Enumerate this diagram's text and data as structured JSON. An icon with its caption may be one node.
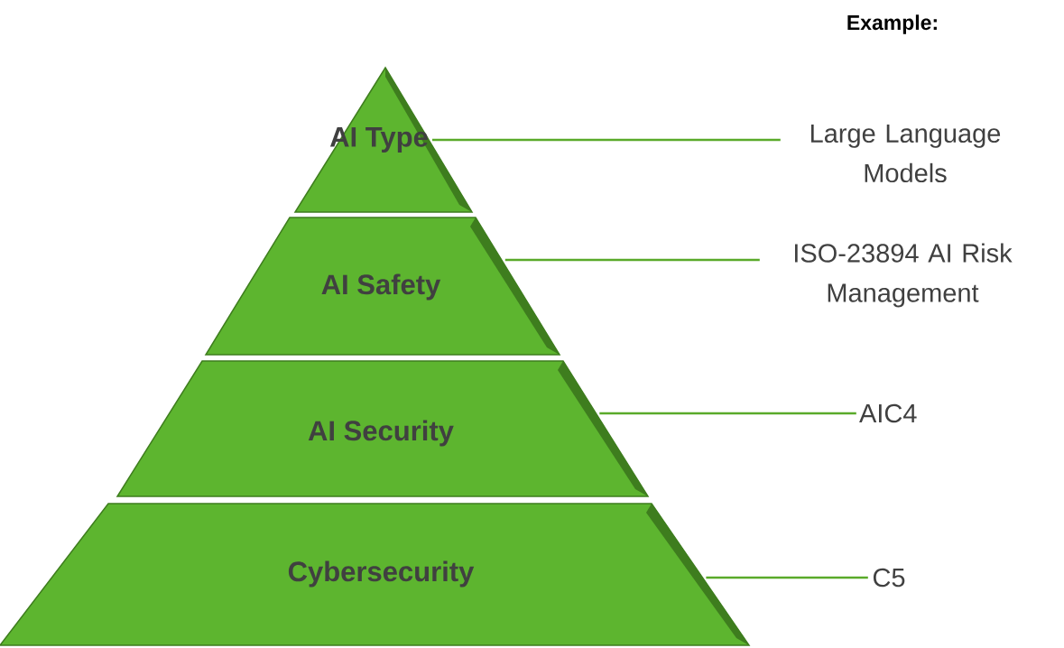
{
  "diagram": {
    "nodes": [
      {
        "text": [
          "AI Type"
        ]
      },
      {
        "text": [
          "AI Safety"
        ]
      },
      {
        "text": [
          "AI Security"
        ]
      },
      {
        "text": [
          "Cybersecurity"
        ]
      },
      {
        "text": [
          "Large Language Models"
        ]
      },
      {
        "text": [
          "ISO-23894 AI Risk Management"
        ]
      },
      {
        "text": [
          "AIC4"
        ]
      },
      {
        "text": [
          "C5"
        ]
      }
    ],
    "edges": [
      {
        "from": 0,
        "to": 4,
        "arrow": "none"
      },
      {
        "from": 1,
        "to": 5,
        "arrow": "none"
      },
      {
        "from": 2,
        "to": 6,
        "arrow": "none"
      },
      {
        "from": 3,
        "to": 7,
        "arrow": "none"
      }
    ],
    "labels": [
      "Example:"
    ]
  }
}
